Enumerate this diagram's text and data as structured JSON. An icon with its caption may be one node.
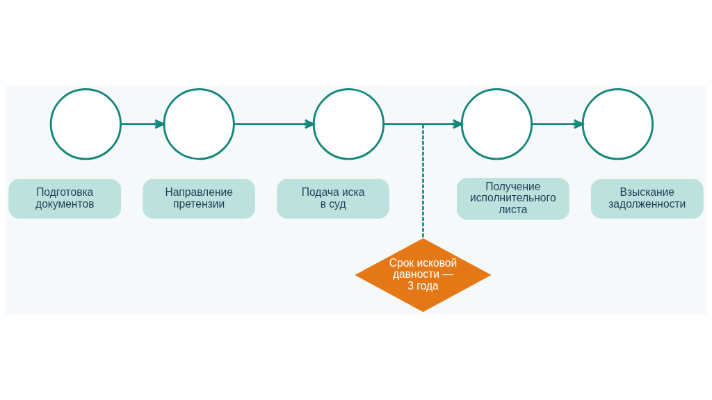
{
  "diagram": {
    "nodes": [
      {
        "text": [],
        "shape": "circle"
      },
      {
        "text": [
          "Подготовка документов"
        ]
      },
      {
        "text": [],
        "shape": "circle"
      },
      {
        "text": [
          "Направление претензии"
        ]
      },
      {
        "text": [],
        "shape": "circle"
      },
      {
        "text": [
          "Подача иска в суд"
        ]
      },
      {
        "text": [],
        "shape": "circle"
      },
      {
        "text": [
          "Получение исполнительного листа"
        ]
      },
      {
        "text": [],
        "shape": "circle"
      },
      {
        "text": [
          "Взыскание задолженности"
        ]
      },
      {
        "text": [
          "Срок исковой давности — 3 года"
        ]
      }
    ],
    "edges": [
      {
        "from": 0,
        "to": 2,
        "arrow": "to"
      },
      {
        "from": 2,
        "to": 4,
        "arrow": "to"
      },
      {
        "from": 4,
        "to": 6,
        "arrow": "to"
      },
      {
        "from": 6,
        "to": 8,
        "arrow": "to"
      },
      {
        "from": null,
        "to": 10,
        "arrow": "none",
        "style": "dashed"
      }
    ]
  }
}
